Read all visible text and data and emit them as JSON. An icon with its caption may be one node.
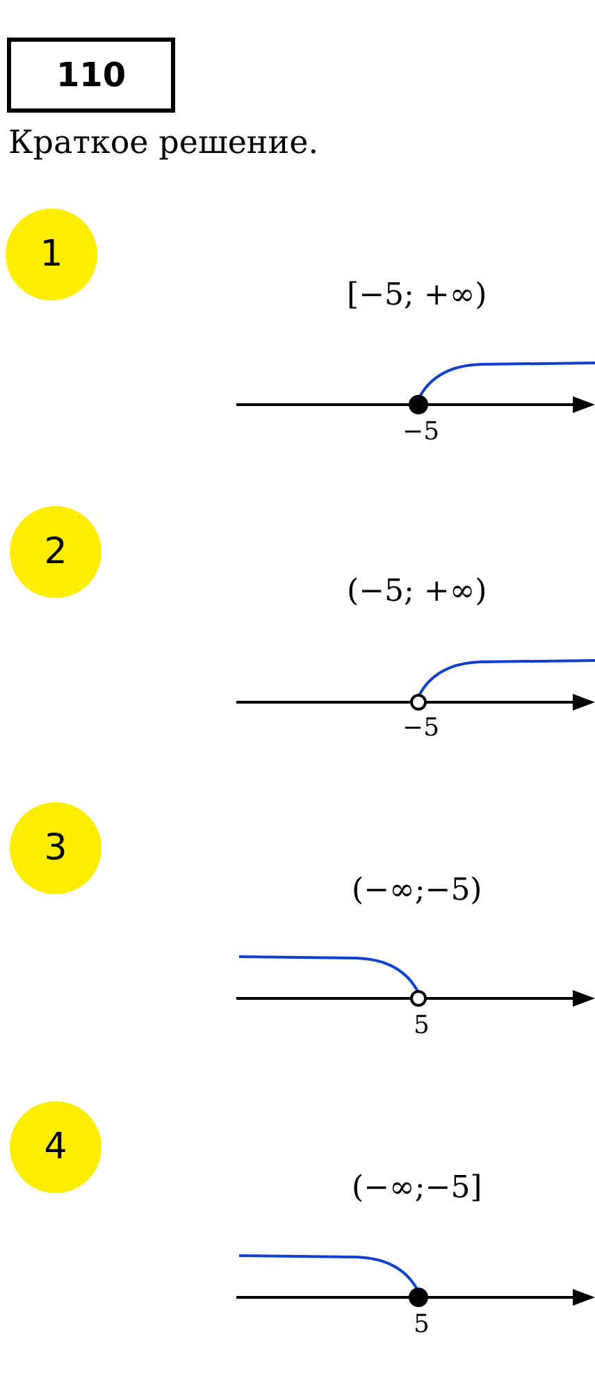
{
  "diagram": {
    "nodes": [
      {
        "text": [
          "110"
        ]
      },
      {
        "text": [
          "1"
        ]
      },
      {
        "text": [
          "2"
        ]
      },
      {
        "text": [
          "3"
        ]
      },
      {
        "text": [
          "4"
        ]
      }
    ],
    "labels": [
      "Краткое решение.",
      "[−5; +∞)",
      "−5",
      "(−5; +∞)",
      "−5",
      "(−∞;−5)",
      "5",
      "(−∞;−5]",
      "5"
    ]
  }
}
